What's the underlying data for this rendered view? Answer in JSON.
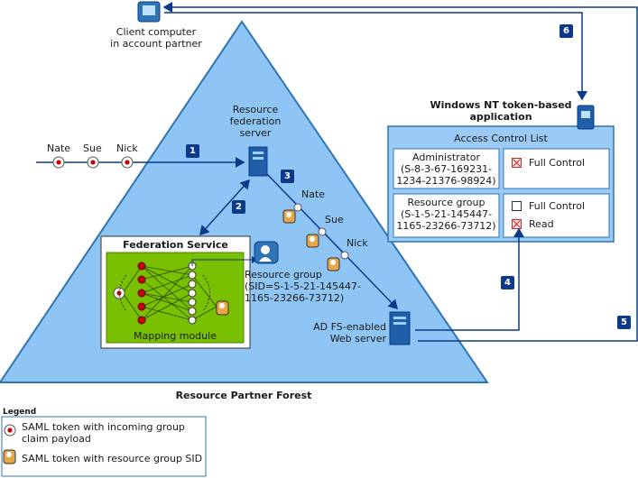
{
  "client": {
    "label_line1": "Client computer",
    "label_line2": "in account partner"
  },
  "forest_label": "Resource Partner Forest",
  "federation_server": {
    "line1": "Resource",
    "line2": "federation",
    "line3": "server"
  },
  "users": [
    "Nate",
    "Sue",
    "Nick"
  ],
  "steps": [
    "1",
    "2",
    "3",
    "4",
    "5",
    "6"
  ],
  "federation_service": {
    "title": "Federation Service",
    "module_label": "Mapping module"
  },
  "resource_group": {
    "line1": "Resource group",
    "line2": "(SID=S-1-5-21-145447-",
    "line3": "1165-23266-73712)"
  },
  "web_server": {
    "line1": "AD FS-enabled",
    "line2": "Web server"
  },
  "nt_app": {
    "title_line1": "Windows NT token-based",
    "title_line2": "application",
    "acl_title": "Access Control List",
    "entries": [
      {
        "name": "Administrator",
        "sid_line1": "(S-8-3-67-169231-",
        "sid_line2": "1234-21376-98924)",
        "perms": [
          {
            "label": "Full Control",
            "checked": true
          }
        ]
      },
      {
        "name": "Resource group",
        "sid_line1": "(S-1-5-21-145447-",
        "sid_line2": "1165-23266-73712)",
        "perms": [
          {
            "label": "Full Control",
            "checked": false
          },
          {
            "label": "Read",
            "checked": true
          }
        ]
      }
    ]
  },
  "legend": {
    "title": "Legend",
    "item1_line1": "SAML token with incoming group",
    "item1_line2": "claim payload",
    "item2": "SAML token with resource group SID"
  },
  "colors": {
    "triangle_fill": "#8ec5f5",
    "triangle_stroke": "#2f74b5",
    "panel_fill": "#9ccaf7",
    "step_badge": "#0b3a8a",
    "mapping_green": "#78c000",
    "arrow": "#0b3a8a"
  }
}
